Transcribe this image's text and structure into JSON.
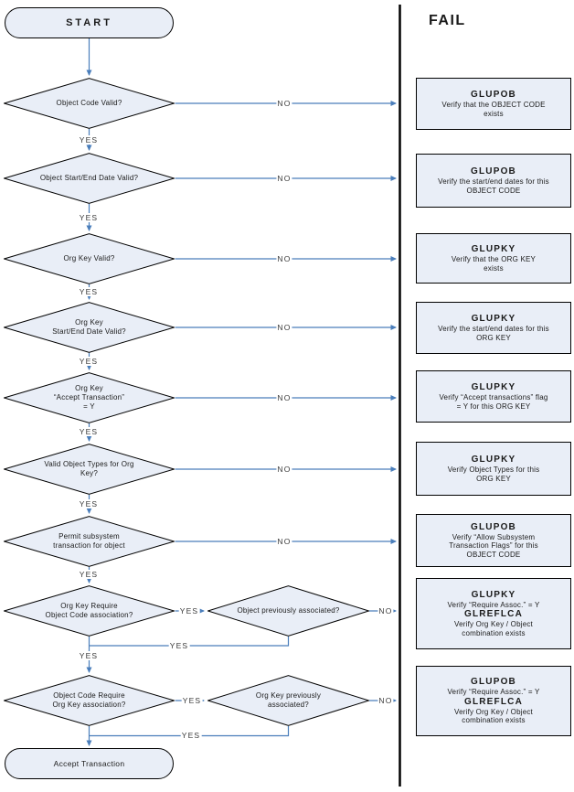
{
  "diagram": {
    "fail_heading": "FAIL",
    "start_label": "START",
    "end_label": "Accept Transaction",
    "yes_label": "YES",
    "no_label": "NO"
  },
  "colors": {
    "shape_fill": "#e9eef7",
    "shape_border": "#000000",
    "connector_blue": "#4a7ebb",
    "divider": "#000000"
  },
  "rows": [
    {
      "decision": "Object Code Valid?",
      "fail_title": "GLUPOB",
      "fail_text": "Verify that the OBJECT CODE\nexists"
    },
    {
      "decision": "Object Start/End Date Valid?",
      "fail_title": "GLUPOB",
      "fail_text": "Verify the start/end dates for this\nOBJECT CODE"
    },
    {
      "decision": "Org Key Valid?",
      "fail_title": "GLUPKY",
      "fail_text": "Verify that the ORG KEY\nexists"
    },
    {
      "decision": "Org Key\nStart/End Date Valid?",
      "fail_title": "GLUPKY",
      "fail_text": "Verify the start/end dates for this\nORG KEY"
    },
    {
      "decision": "Org Key\n“Accept Transaction”\n= Y",
      "fail_title": "GLUPKY",
      "fail_text": "Verify “Accept transactions” flag\n= Y for this ORG KEY"
    },
    {
      "decision": "Valid Object Types for Org\nKey?",
      "fail_title": "GLUPKY",
      "fail_text": "Verify Object Types for this\nORG KEY"
    },
    {
      "decision": "Permit subsystem\ntransaction for object",
      "fail_title": "GLUPOB",
      "fail_text": "Verify “Allow Subsystem\nTransaction Flags” for this\nOBJECT CODE"
    },
    {
      "decision": "Org Key Require\nObject Code association?",
      "sub_decision": "Object previously associated?",
      "fail_title": "GLUPKY",
      "fail_text": "Verify “Require Assoc.” = Y",
      "fail_title2": "GLREFLCA",
      "fail_text2": "Verify Org Key / Object\ncombination exists"
    },
    {
      "decision": "Object Code Require\nOrg Key association?",
      "sub_decision": "Org Key previously\nassociated?",
      "fail_title": "GLUPOB",
      "fail_text": "Verify “Require Assoc.” = Y",
      "fail_title2": "GLREFLCA",
      "fail_text2": "Verify Org Key / Object\ncombination exists"
    }
  ]
}
